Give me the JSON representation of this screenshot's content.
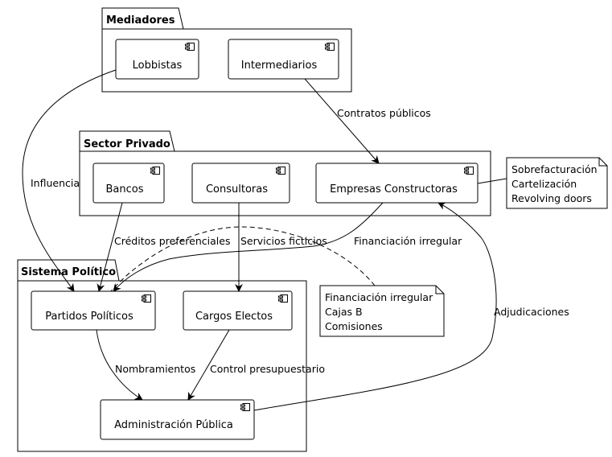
{
  "packages": {
    "mediadores": "Mediadores",
    "sector_privado": "Sector Privado",
    "sistema_politico": "Sistema Político"
  },
  "components": {
    "lobbistas": "Lobbistas",
    "intermediarios": "Intermediarios",
    "bancos": "Bancos",
    "consultoras": "Consultoras",
    "empresas_constructoras": "Empresas Constructoras",
    "partidos_politicos": "Partidos Políticos",
    "cargos_electos": "Cargos Electos",
    "administracion_publica": "Administración Pública"
  },
  "edges": {
    "contratos_publicos": "Contratos públicos",
    "influencia": "Influencia",
    "creditos_preferenciales": "Créditos preferenciales",
    "servicios_ficticios": "Servicios ficticios",
    "financiacion_irregular": "Financiación irregular",
    "adjudicaciones": "Adjudicaciones",
    "nombramientos": "Nombramientos",
    "control_presupuestario": "Control presupuestario"
  },
  "notes": {
    "constructoras": [
      "Sobrefacturación",
      "Cartelización",
      "Revolving doors"
    ],
    "partidos": [
      "Financiación irregular",
      "Cajas B",
      "Comisiones"
    ]
  }
}
